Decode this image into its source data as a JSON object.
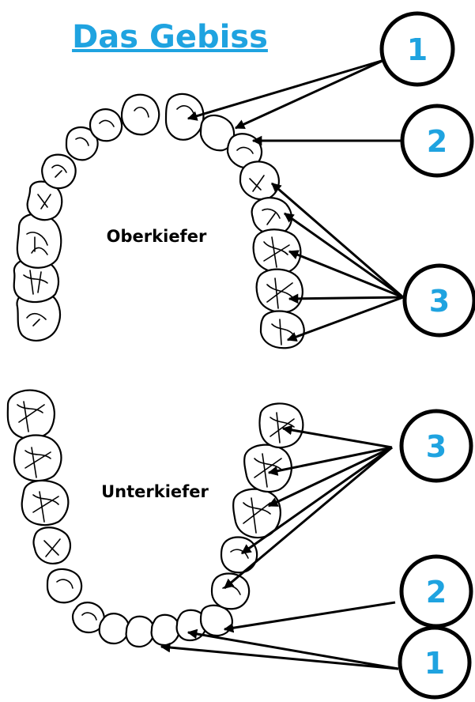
{
  "title": "Das Gebiss",
  "upper_jaw": {
    "label": "Oberkiefer"
  },
  "lower_jaw": {
    "label": "Unterkiefer"
  },
  "callouts": {
    "upper_1": "1",
    "upper_2": "2",
    "upper_3": "3",
    "lower_3": "3",
    "lower_2": "2",
    "lower_1": "1"
  },
  "colors": {
    "accent": "#1fa3e0",
    "line": "#000000",
    "background": "#ffffff"
  }
}
